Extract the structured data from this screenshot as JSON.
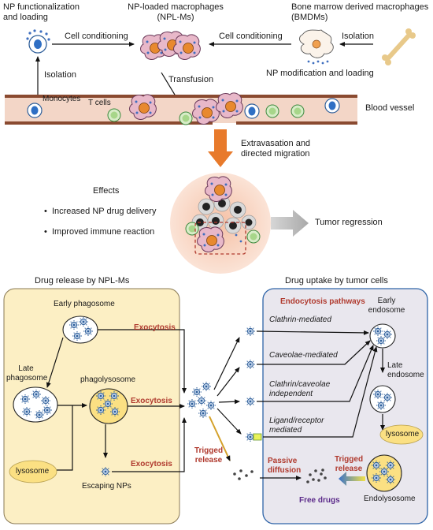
{
  "top": {
    "np_func_label": [
      "NP functionalization",
      "and loading"
    ],
    "npl_label": [
      "NP-loaded macrophages",
      "(NPL-Ms)"
    ],
    "bmdm_label": [
      "Bone marrow derived macrophages",
      "(BMDMs)"
    ],
    "cell_conditioning_left": "Cell conditioning",
    "cell_conditioning_right": "Cell conditioning",
    "isolation_right": "Isolation",
    "isolation_left": "Isolation",
    "np_mod_loading": "NP modification and loading",
    "transfusion": "Transfusion",
    "monocytes": "Monocytes",
    "t_cells": "T cells",
    "blood_vessel": "Blood vessel",
    "extravasation": [
      "Extravasation and",
      "directed migration"
    ],
    "effects_title": "Effects",
    "effects_items": [
      "Increased NP drug delivery",
      "Improved immune reaction"
    ],
    "tumor_regression": "Tumor regression"
  },
  "left_panel": {
    "title": "Drug release by NPL-Ms",
    "early_phagosome": "Early phagosome",
    "late_phagosome": [
      "Late",
      "phagosome"
    ],
    "phagolysosome": "phagolysosome",
    "lysosome": "lysosome",
    "escaping_nps": "Escaping NPs",
    "exocytosis": [
      "Exocytosis",
      "Exocytosis",
      "Exocytosis"
    ]
  },
  "middle": {
    "trigged_release": [
      "Trigged",
      "release"
    ]
  },
  "right_panel": {
    "title": "Drug uptake by tumor cells",
    "pathways_title": "Endocytosis pathways",
    "pathways": [
      [
        "Clathrin-mediated"
      ],
      [
        "Caveolae-mediated"
      ],
      [
        "Clathrin/caveolae",
        "independent"
      ],
      [
        "Ligand/receptor",
        "mediated"
      ]
    ],
    "early_endosome": [
      "Early",
      "endosome"
    ],
    "late_endosome": [
      "Late",
      "endosome"
    ],
    "lysosome": "lysosome",
    "endolysosome": "Endolysosome",
    "passive_diffusion": [
      "Passive",
      "diffusion"
    ],
    "trigged_release": [
      "Trigged",
      "release"
    ],
    "free_drugs": "Free drugs"
  },
  "colors": {
    "left_panel_fill": "#fcefc4",
    "right_panel_fill": "#e9e7ee",
    "right_panel_border": "#2e64a8",
    "vessel_fill": "#f3d6c7",
    "vessel_border": "#8a4a30",
    "accent_red": "#b03a2e",
    "accent_purple": "#5b2a8a",
    "orange_arrow": "#e87a2b"
  }
}
